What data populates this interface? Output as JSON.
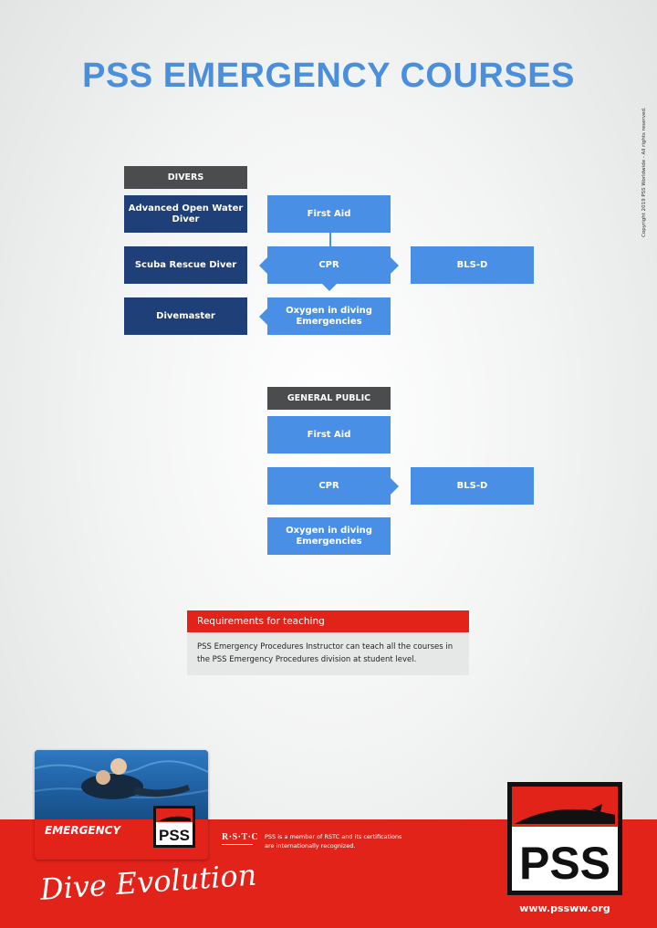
{
  "title": "PSS EMERGENCY COURSES",
  "copyright": "Copyright 2019 PSS Worldwide - All rights reserved.",
  "divers": {
    "header": "DIVERS",
    "left": [
      "Advanced Open Water Diver",
      "Scuba Rescue Diver",
      "Divemaster"
    ],
    "courses": [
      "First Aid",
      "CPR",
      "Oxygen in diving Emergencies"
    ],
    "right": "BLS-D"
  },
  "public": {
    "header": "GENERAL PUBLIC",
    "courses": [
      "First Aid",
      "CPR",
      "Oxygen in diving Emergencies"
    ],
    "right": "BLS-D"
  },
  "requirements": {
    "title": "Requirements for teaching",
    "text": "PSS Emergency Procedures Instructor can teach all the courses in the PSS Emergency Procedures division at student level."
  },
  "footer": {
    "card_label": "EMERGENCY",
    "logo_text": "PSS",
    "rstc": "R·S·T·C",
    "member_text": "PSS is a member of RSTC and its certifications are internationally recognized.",
    "slogan": "Dive Evolution",
    "website": "www.pssww.org"
  },
  "colors": {
    "accent_blue": "#4a8fe6",
    "dark_blue": "#1f3f78",
    "header_gray": "#4a4c4e",
    "brand_red": "#e2231a"
  }
}
